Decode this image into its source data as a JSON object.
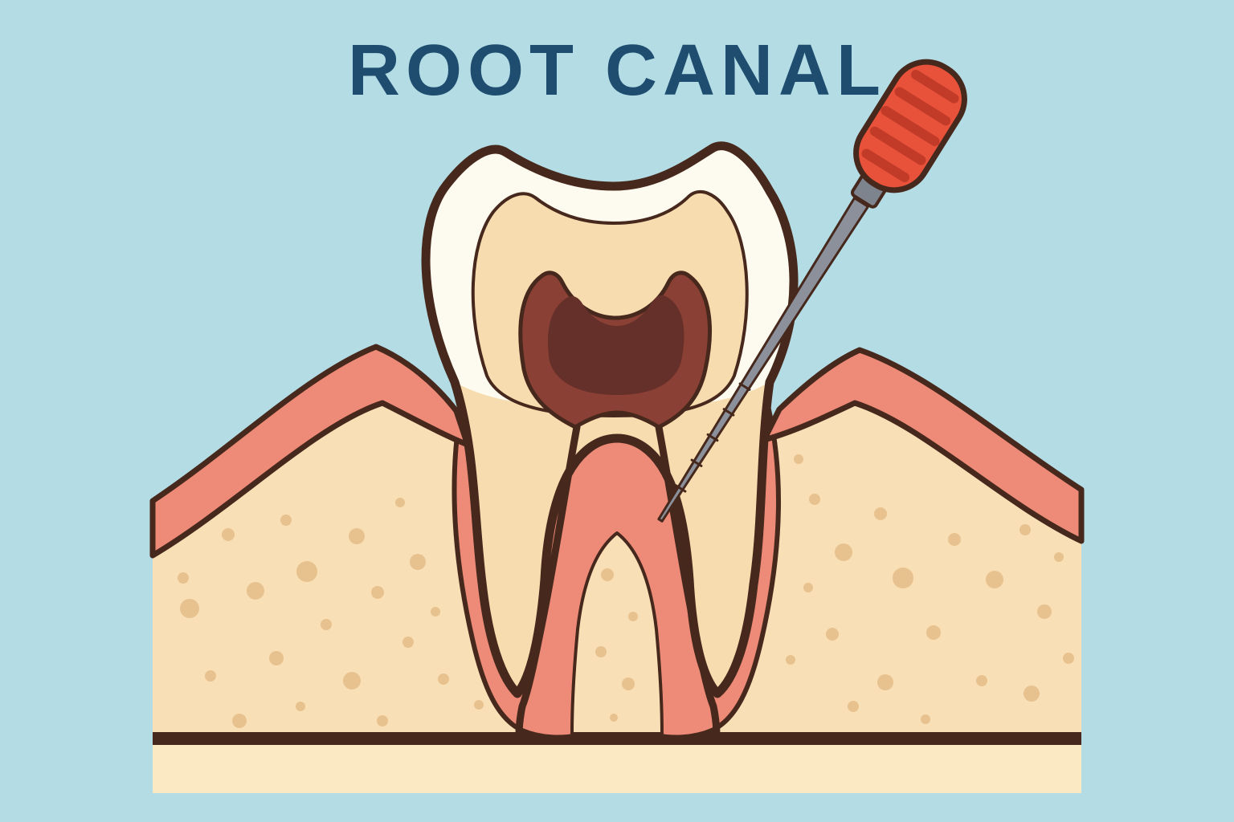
{
  "title": "ROOT CANAL",
  "illustration": {
    "name": "tooth-cross-section-root-canal-procedure",
    "parts": [
      "crown-enamel",
      "dentin-layer",
      "pulp-chamber",
      "root-canals",
      "gums",
      "jawbone",
      "periodontal-tissue",
      "endodontic-file"
    ]
  },
  "colors": {
    "bg": "#b4dce4",
    "ink": "#1e4d70",
    "outline": "#46281c",
    "enamel": "#fdfaf0",
    "dentin": "#f6dcae",
    "bone": "#f8dfb6",
    "bone_dot": "#e8c28e",
    "bone_strip": "#fbe9c4",
    "gum": "#ee8b78",
    "pulp": "#8a4034",
    "pulp_dark": "#66302a",
    "metal": "#8b909a",
    "metal_dark": "#7e848e",
    "handle": "#e8523a",
    "handle_ridge": "#c23b28"
  }
}
